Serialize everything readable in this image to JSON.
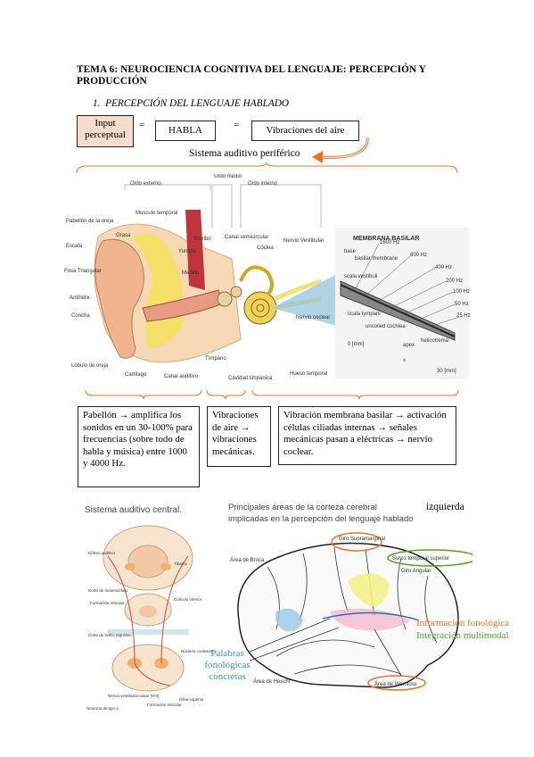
{
  "heading": {
    "title": "TEMA 6: NEUROCIENCIA COGNITIVA DEL LENGUAJE: PERCEPCIÓN Y PRODUCCIÓN",
    "section": "1.  PERCEPCIÓN DEL LENGUAJE HABLADO"
  },
  "equation": {
    "input_label": "Input perceptual",
    "eq1": "=",
    "habla": "HABLA",
    "eq2": "=",
    "vibraciones": "Vibraciones del aire"
  },
  "sistema_periferico": "Sistema auditivo periférico",
  "ear_figure": {
    "sections": [
      "Oído externo",
      "Oído medio",
      "Oído interno"
    ],
    "labels": [
      "Pabellón de la oreja",
      "Grasa",
      "Músculo temporal",
      "Escafa",
      "Fosa Triangular",
      "Antihélix",
      "Concha",
      "Lóbulo de oreja",
      "Cartílago",
      "Canal auditivo",
      "Estribo",
      "Yunque",
      "Martillo",
      "Tímpano",
      "Canal semicircular",
      "Cóclea",
      "Nervio Vestibular",
      "Nervio coclear",
      "Cavidad timpánica",
      "Hueso temporal"
    ],
    "membrana_title": "MEMBRANA BASILAR",
    "membrana_labels": [
      "1600 Hz",
      "800 Hz",
      "400 Hz",
      "200 Hz",
      "100 Hz",
      "50 Hz",
      "25 Hz",
      "base",
      "basilar membrane",
      "scala vestibuli",
      "scala tympani",
      "uncoiled cochlea",
      "apex",
      "helicotrema",
      "0 [mm]",
      "30 [mm]",
      "x"
    ]
  },
  "descriptions": {
    "externo": "Pabellón → amplifica los sonidos en un 30-100% para frecuencias (sobre todo de habla y música) entre 1000 y 4000 Hz.",
    "medio": "Vibraciones de aire → vibraciones mecánicas.",
    "interno": "Vibración membrana basilar → activación células ciliadas internas → señales mecánicas pasan a eléctricas → nervio coclear."
  },
  "central_figure": {
    "title": "Sistema auditivo central.",
    "labels": [
      "Córtex auditivo",
      "Tálamo",
      "Corte de mesencéfalo",
      "Formación reticular",
      "Colículo inferior",
      "Corte de bulbo raquídeo",
      "Núcleos cocleares",
      "Nervio vestibulococlear (VIII)",
      "Neurona de tipo 1",
      "Formación reticular",
      "Oliva superior"
    ]
  },
  "brain_figure": {
    "title_a": "Principales áreas de la corteza cerebral",
    "title_b": "izquierda",
    "title_c": "implicadas en la percepción del lenguaje hablado",
    "labels": [
      "Giro Supramarginal",
      "Surco temporal superior",
      "Giro Angular",
      "Área de Broca",
      "Área de Heschl",
      "Área de Wernicke"
    ],
    "legend_fonologica": "Información fonológica",
    "legend_multimodal": "Integración multimodal",
    "palabras": "Palabras fonológicas concretas"
  },
  "colors": {
    "orange": "#e8742a",
    "green": "#5aa02c",
    "blue": "#3c8fcc",
    "pink_box": "#f6dccd"
  }
}
